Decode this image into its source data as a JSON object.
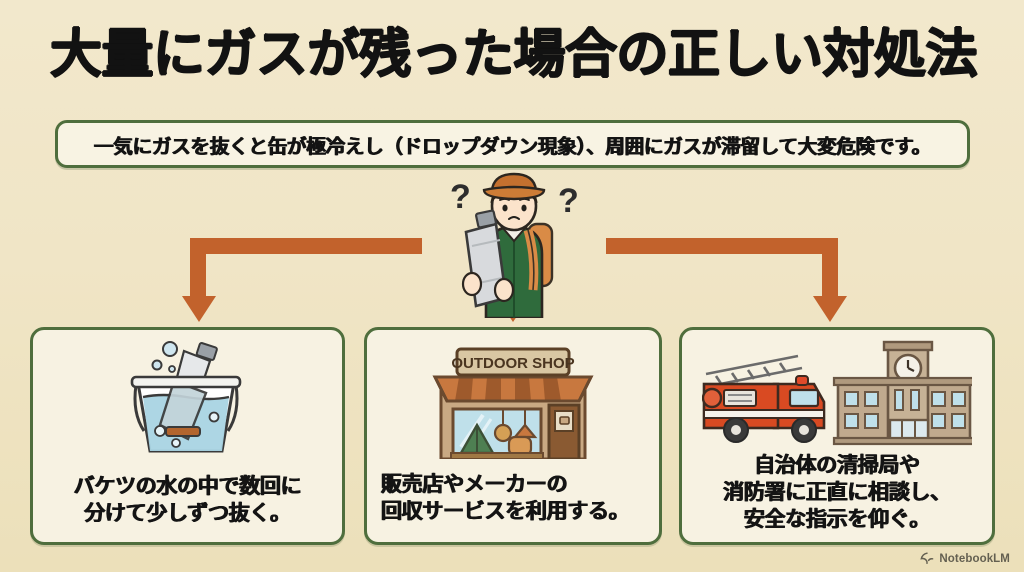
{
  "page": {
    "background_color": "#f0e5c6",
    "accent_orange": "#c2622c",
    "accent_green": "#4f6e3d",
    "card_background": "#f7f2e2",
    "text_color": "#141414"
  },
  "header": {
    "title": "大量にガスが残った場合の正しい対処法"
  },
  "subtitle": {
    "text": "一気にガスを抜くと缶が極冷えし（ドロップダウン現象）、周囲にガスが滞留して大変危険です。"
  },
  "hero": {
    "name": "confused-camper-with-gas-canister",
    "question_mark_left": "?",
    "question_mark_right": "?",
    "hat_color": "#c4702f",
    "jacket_color": "#2f6b3c",
    "backpack_color": "#d98b46",
    "canister_color": "#d8dadd"
  },
  "arrows": [
    {
      "name": "arrow-to-left-card",
      "direction": "left-then-down",
      "color": "#c2622c"
    },
    {
      "name": "arrow-to-center-card",
      "direction": "down",
      "color": "#c2622c"
    },
    {
      "name": "arrow-to-right-card",
      "direction": "right-then-down",
      "color": "#c2622c"
    }
  ],
  "cards": [
    {
      "id": "card-1",
      "icon_name": "bucket-of-water-with-canister-icon",
      "caption": "バケツの水の中で数回に\n分けて少しずつ抜く。",
      "align": "center"
    },
    {
      "id": "card-2",
      "icon_name": "outdoor-shop-storefront-icon",
      "shop_sign": "OUTDOOR SHOP",
      "caption": "販売店やメーカーの\n回収サービスを利用する。",
      "align": "left"
    },
    {
      "id": "card-3",
      "icon_name": "fire-truck-and-fire-station-icon",
      "caption": "自治体の清掃局や\n消防署に正直に相談し、\n安全な指示を仰ぐ。",
      "align": "center"
    }
  ],
  "watermark": {
    "label": "NotebookLM",
    "icon_name": "notebooklm-logo-icon"
  }
}
